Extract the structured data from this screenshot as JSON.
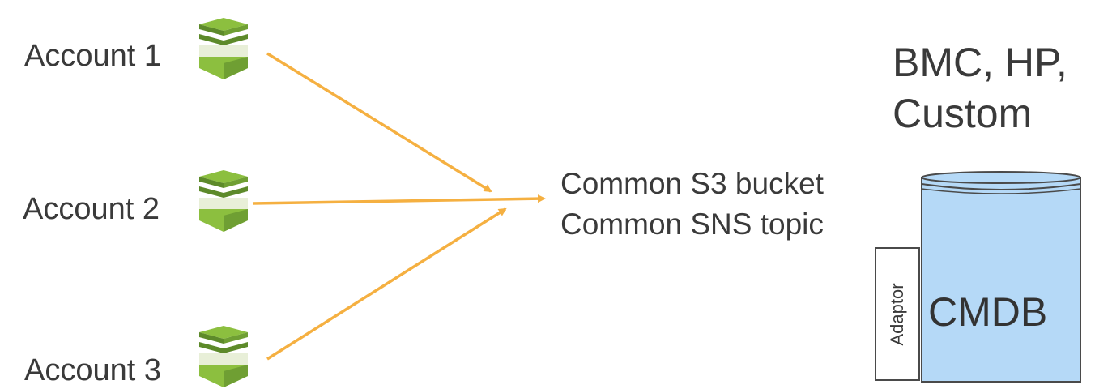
{
  "accounts": [
    {
      "label": "Account 1",
      "icon": "aws-config-icon"
    },
    {
      "label": "Account 2",
      "icon": "aws-config-icon"
    },
    {
      "label": "Account 3",
      "icon": "aws-config-icon"
    }
  ],
  "destination": {
    "line1": "Common S3 bucket",
    "line2": "Common SNS topic"
  },
  "cmdb": {
    "title_line1": "BMC, HP,",
    "title_line2": "Custom",
    "label": "CMDB",
    "adaptor_label": "Adaptor"
  },
  "colors": {
    "arrow": "#f5b041",
    "icon_light": "#8cbf3f",
    "icon_dark": "#5d8a2a",
    "cylinder_fill": "#b5d9f7",
    "cylinder_stroke": "#4a4a4a"
  }
}
